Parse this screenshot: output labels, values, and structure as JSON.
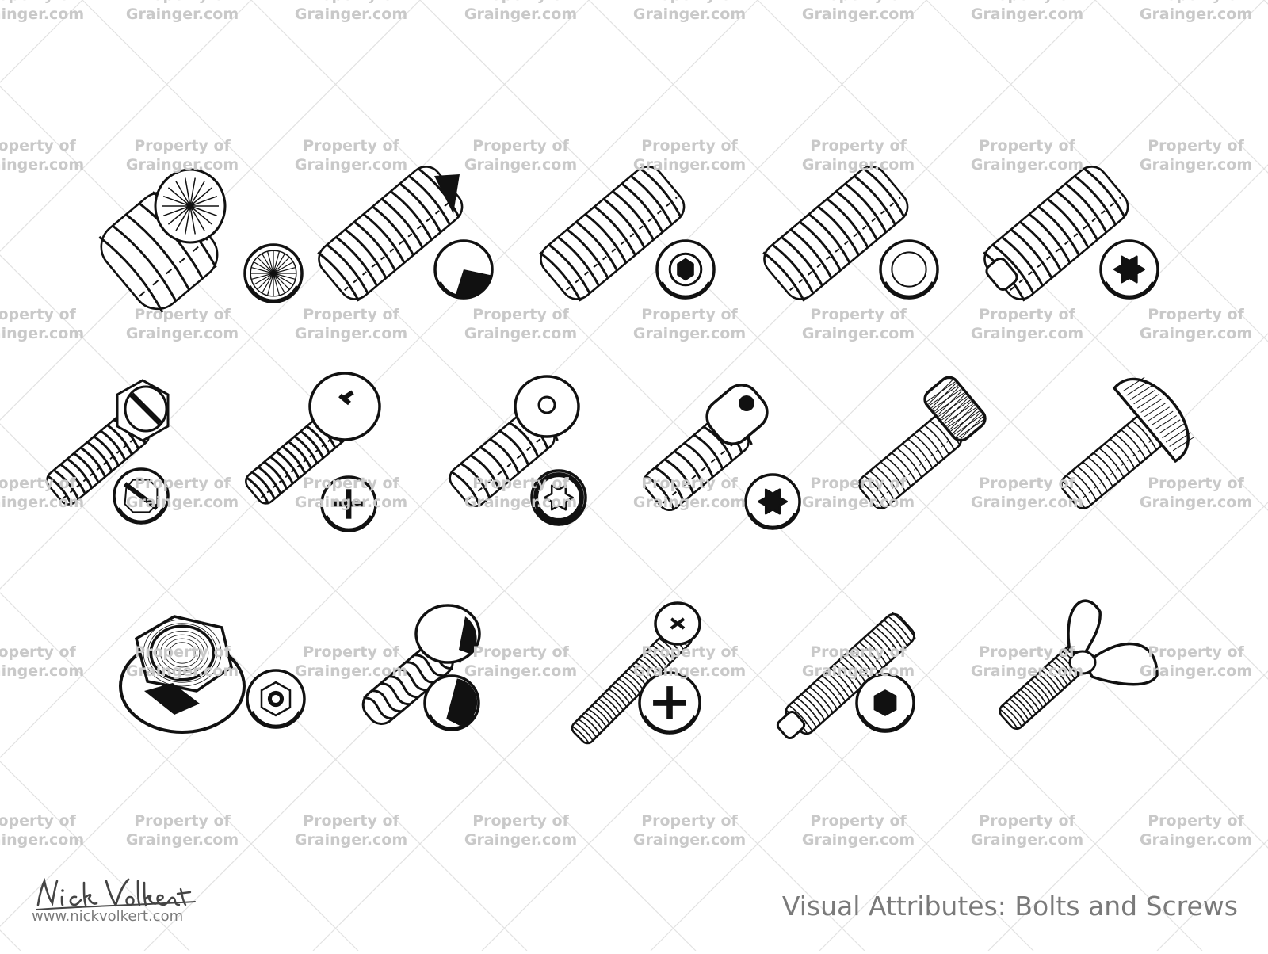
{
  "watermark": {
    "line1": "Property of",
    "line2": "Grainger.com"
  },
  "footer": {
    "signature": "Nick Volkert",
    "url": "www.nickvolkert.com",
    "title": "Visual Attributes: Bolts and Screws"
  },
  "colors": {
    "ink": "#111111",
    "watermark": "#c9c9c9",
    "grid_line": "#e2e2e2",
    "footer_text": "#7a7a7a"
  },
  "items": [
    {
      "name": "set-screw-cup-point",
      "row": 1,
      "col": 1,
      "kind": "stubby",
      "drive": "star-knurl"
    },
    {
      "name": "set-screw-cone-point",
      "row": 1,
      "col": 2,
      "kind": "set",
      "drive": "half"
    },
    {
      "name": "set-screw-oval-point",
      "row": 1,
      "col": 3,
      "kind": "set",
      "drive": "ring-socket"
    },
    {
      "name": "set-screw-flat-point",
      "row": 1,
      "col": 4,
      "kind": "set",
      "drive": "ring"
    },
    {
      "name": "set-screw-dog-point-torx",
      "row": 1,
      "col": 5,
      "kind": "set",
      "drive": "torx"
    },
    {
      "name": "slotted-hex-washer-head-screw",
      "row": 2,
      "col": 1,
      "kind": "hexhead",
      "drive": "slot"
    },
    {
      "name": "phillips-pan-head-screw",
      "row": 2,
      "col": 2,
      "kind": "panhead",
      "drive": "phillips"
    },
    {
      "name": "torx-pan-head-thread-forming-screw",
      "row": 2,
      "col": 3,
      "kind": "panhead-coarse",
      "drive": "torx-dark"
    },
    {
      "name": "torx-cheese-head-screw",
      "row": 2,
      "col": 4,
      "kind": "cheese",
      "drive": "torx"
    },
    {
      "name": "knurled-thumb-screw",
      "row": 2,
      "col": 5,
      "kind": "knurl",
      "drive": "none"
    },
    {
      "name": "carriage-bolt",
      "row": 2,
      "col": 6,
      "kind": "carriage",
      "drive": "none"
    },
    {
      "name": "hex-flange-nut",
      "row": 3,
      "col": 1,
      "kind": "nut",
      "drive": "nut"
    },
    {
      "name": "drive-pin",
      "row": 3,
      "col": 2,
      "kind": "pin",
      "drive": "dome"
    },
    {
      "name": "phillips-long-machine-screw",
      "row": 3,
      "col": 3,
      "kind": "long",
      "drive": "phillips"
    },
    {
      "name": "socket-set-screw-dog-point",
      "row": 3,
      "col": 4,
      "kind": "socketset",
      "drive": "hex"
    },
    {
      "name": "wing-screw",
      "row": 3,
      "col": 5,
      "kind": "wing",
      "drive": "none"
    }
  ]
}
